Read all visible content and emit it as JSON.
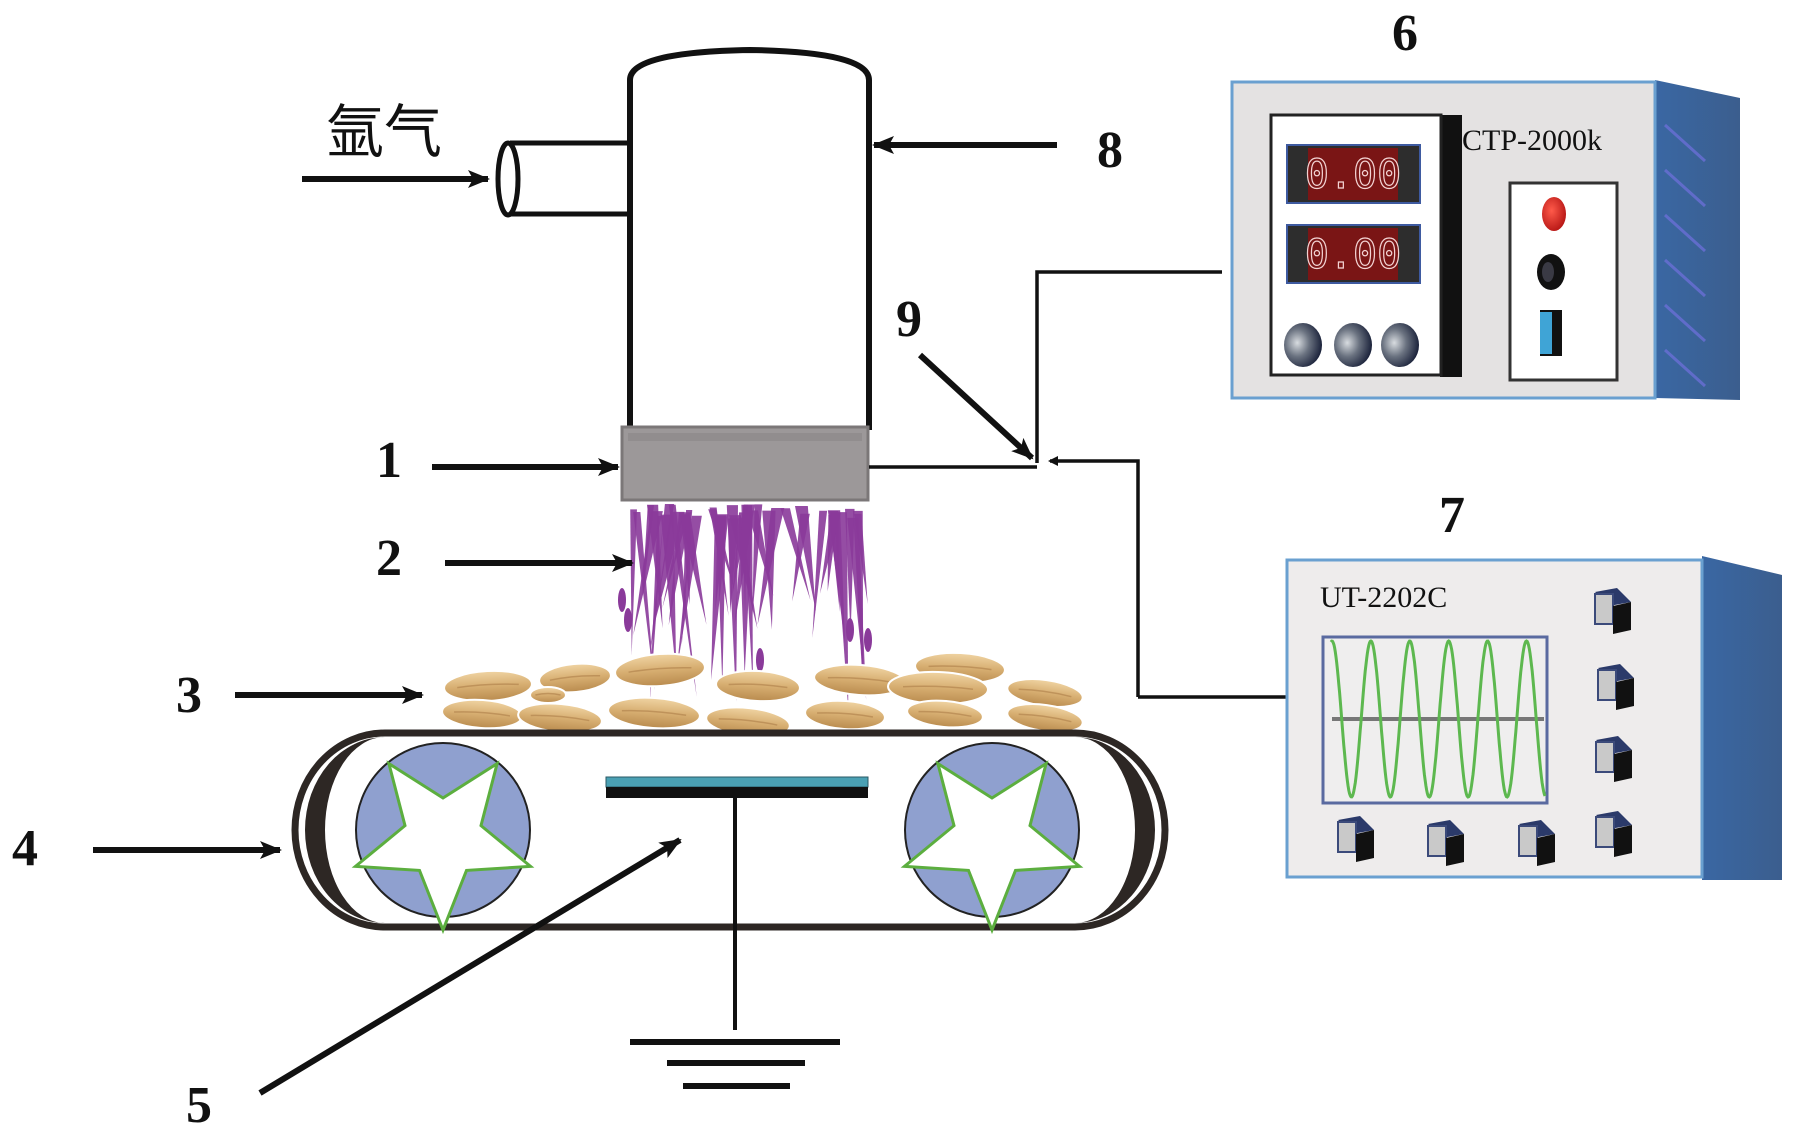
{
  "figure": {
    "gas_label": "氩气",
    "callouts": [
      {
        "id": "1",
        "part": "electrode"
      },
      {
        "id": "2",
        "part": "plasma-jet"
      },
      {
        "id": "3",
        "part": "seeds"
      },
      {
        "id": "4",
        "part": "conveyor-belt"
      },
      {
        "id": "5",
        "part": "ground-plate"
      },
      {
        "id": "6",
        "part": "power-supply"
      },
      {
        "id": "7",
        "part": "oscilloscope"
      },
      {
        "id": "8",
        "part": "plasma-generator-tube"
      },
      {
        "id": "9",
        "part": "high-voltage-probe"
      }
    ],
    "power_supply": {
      "model": "CTP-2000k",
      "display_top": "0.00",
      "display_bottom": "0.00",
      "colors": {
        "body": "#e4e2e2",
        "side": "#3d6497",
        "display_bg": "#2d2d2d",
        "display_red": "#7a1515",
        "button": "#e02b24"
      }
    },
    "oscilloscope": {
      "model": "UT-2202C",
      "waveform": "sine",
      "cycles_visible": 5.5,
      "colors": {
        "trace": "#5db84f",
        "screen_border": "#5a6aa0",
        "axis": "#777777"
      }
    },
    "colors": {
      "plasma": "#8a3a9a",
      "electrode": "#9a9696",
      "wheel": "#8fa0cf",
      "star_outline": "#5cae3f",
      "belt": "#2d2724",
      "seed": "#d9b27a",
      "ground_plate_top": "#4aa0b3"
    }
  }
}
